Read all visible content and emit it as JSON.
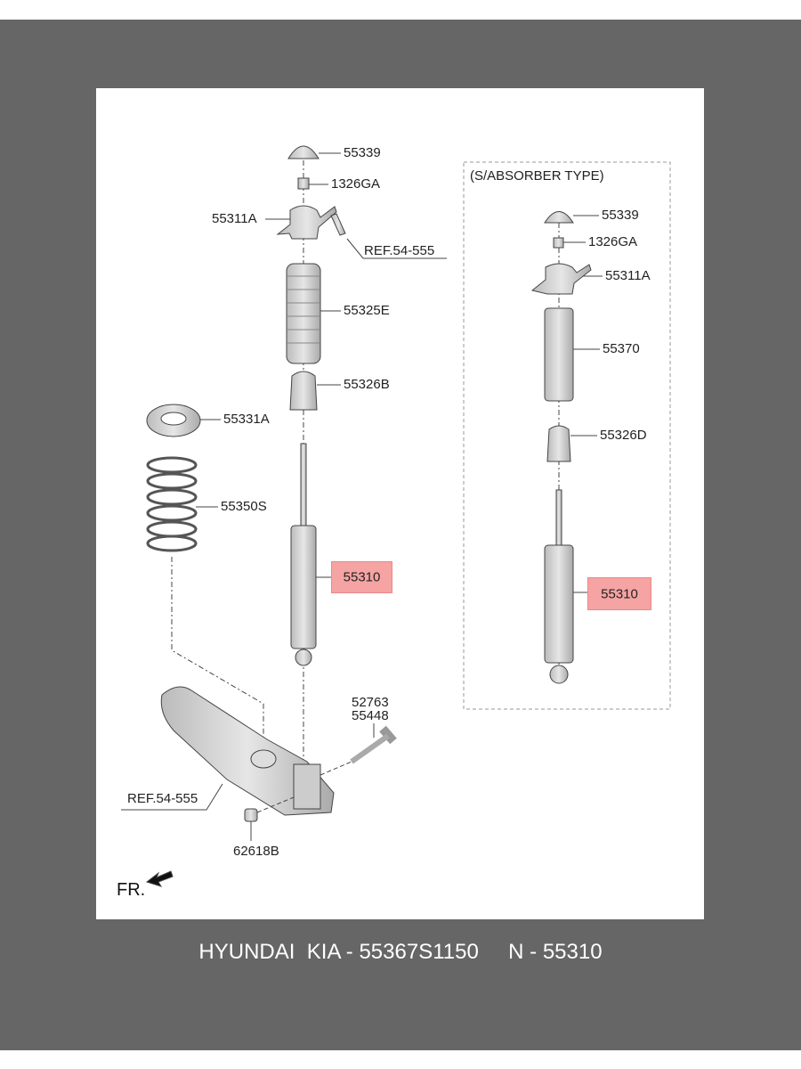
{
  "diagram": {
    "main_assembly": {
      "labels": {
        "cap": "55339",
        "nut": "1326GA",
        "mount": "55311A",
        "ref_top": "REF.54-555",
        "dust_cover": "55325E",
        "bumper": "55326B",
        "spring_pad": "55331A",
        "spring": "55350S",
        "shock_absorber": "55310",
        "bolt_1": "52763",
        "bolt_2": "55448",
        "ref_arm": "REF.54-555",
        "arm_nut": "62618B"
      }
    },
    "alt_assembly": {
      "title": "(S/ABSORBER TYPE)",
      "labels": {
        "cap": "55339",
        "nut": "1326GA",
        "mount": "55311A",
        "dust_cover": "55370",
        "bumper": "55326D",
        "shock_absorber": "55310"
      }
    },
    "direction_marker": "FR.",
    "highlight_color": "#f5a3a3"
  },
  "caption": "HYUNDAI  KIA - 55367S1150     N - 55310"
}
